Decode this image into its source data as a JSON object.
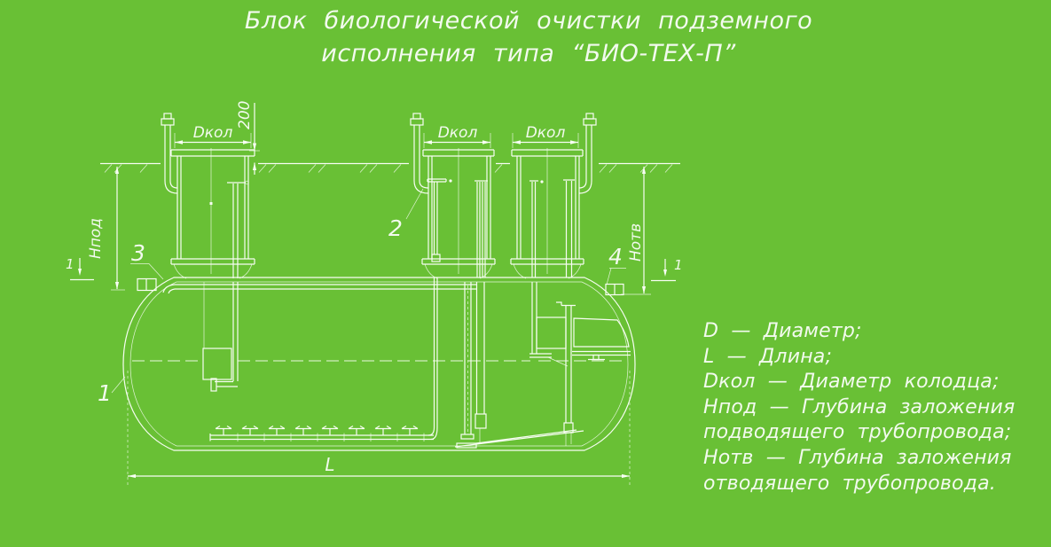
{
  "colors": {
    "background": "#69c035",
    "line": "#f7fdf3",
    "text": "#f2faee"
  },
  "title": {
    "line1": "Блок биологической очистки подземного",
    "line2": "исполнения типа “БИО-ТЕХ-П”"
  },
  "legend": {
    "lines": [
      "D — Диаметр;",
      "L — Длина;",
      "Dкол — Диаметр колодца;",
      "Hпод — Глубина заложения",
      "подводящего трубопровода;",
      "Hотв — Глубина заложения",
      "отводящего трубопровода."
    ]
  },
  "labels": {
    "dkol_well1": "Dкол",
    "dkol_well2": "Dкол",
    "dkol_well3": "Dкол",
    "offset_200": "200",
    "h_inlet": "Hпод",
    "h_outlet": "Hотв",
    "length": "L",
    "callout_tank": "1",
    "callout_well2": "2",
    "callout_inlet": "3",
    "callout_outlet": "4",
    "section_left": "1",
    "section_right": "1"
  }
}
